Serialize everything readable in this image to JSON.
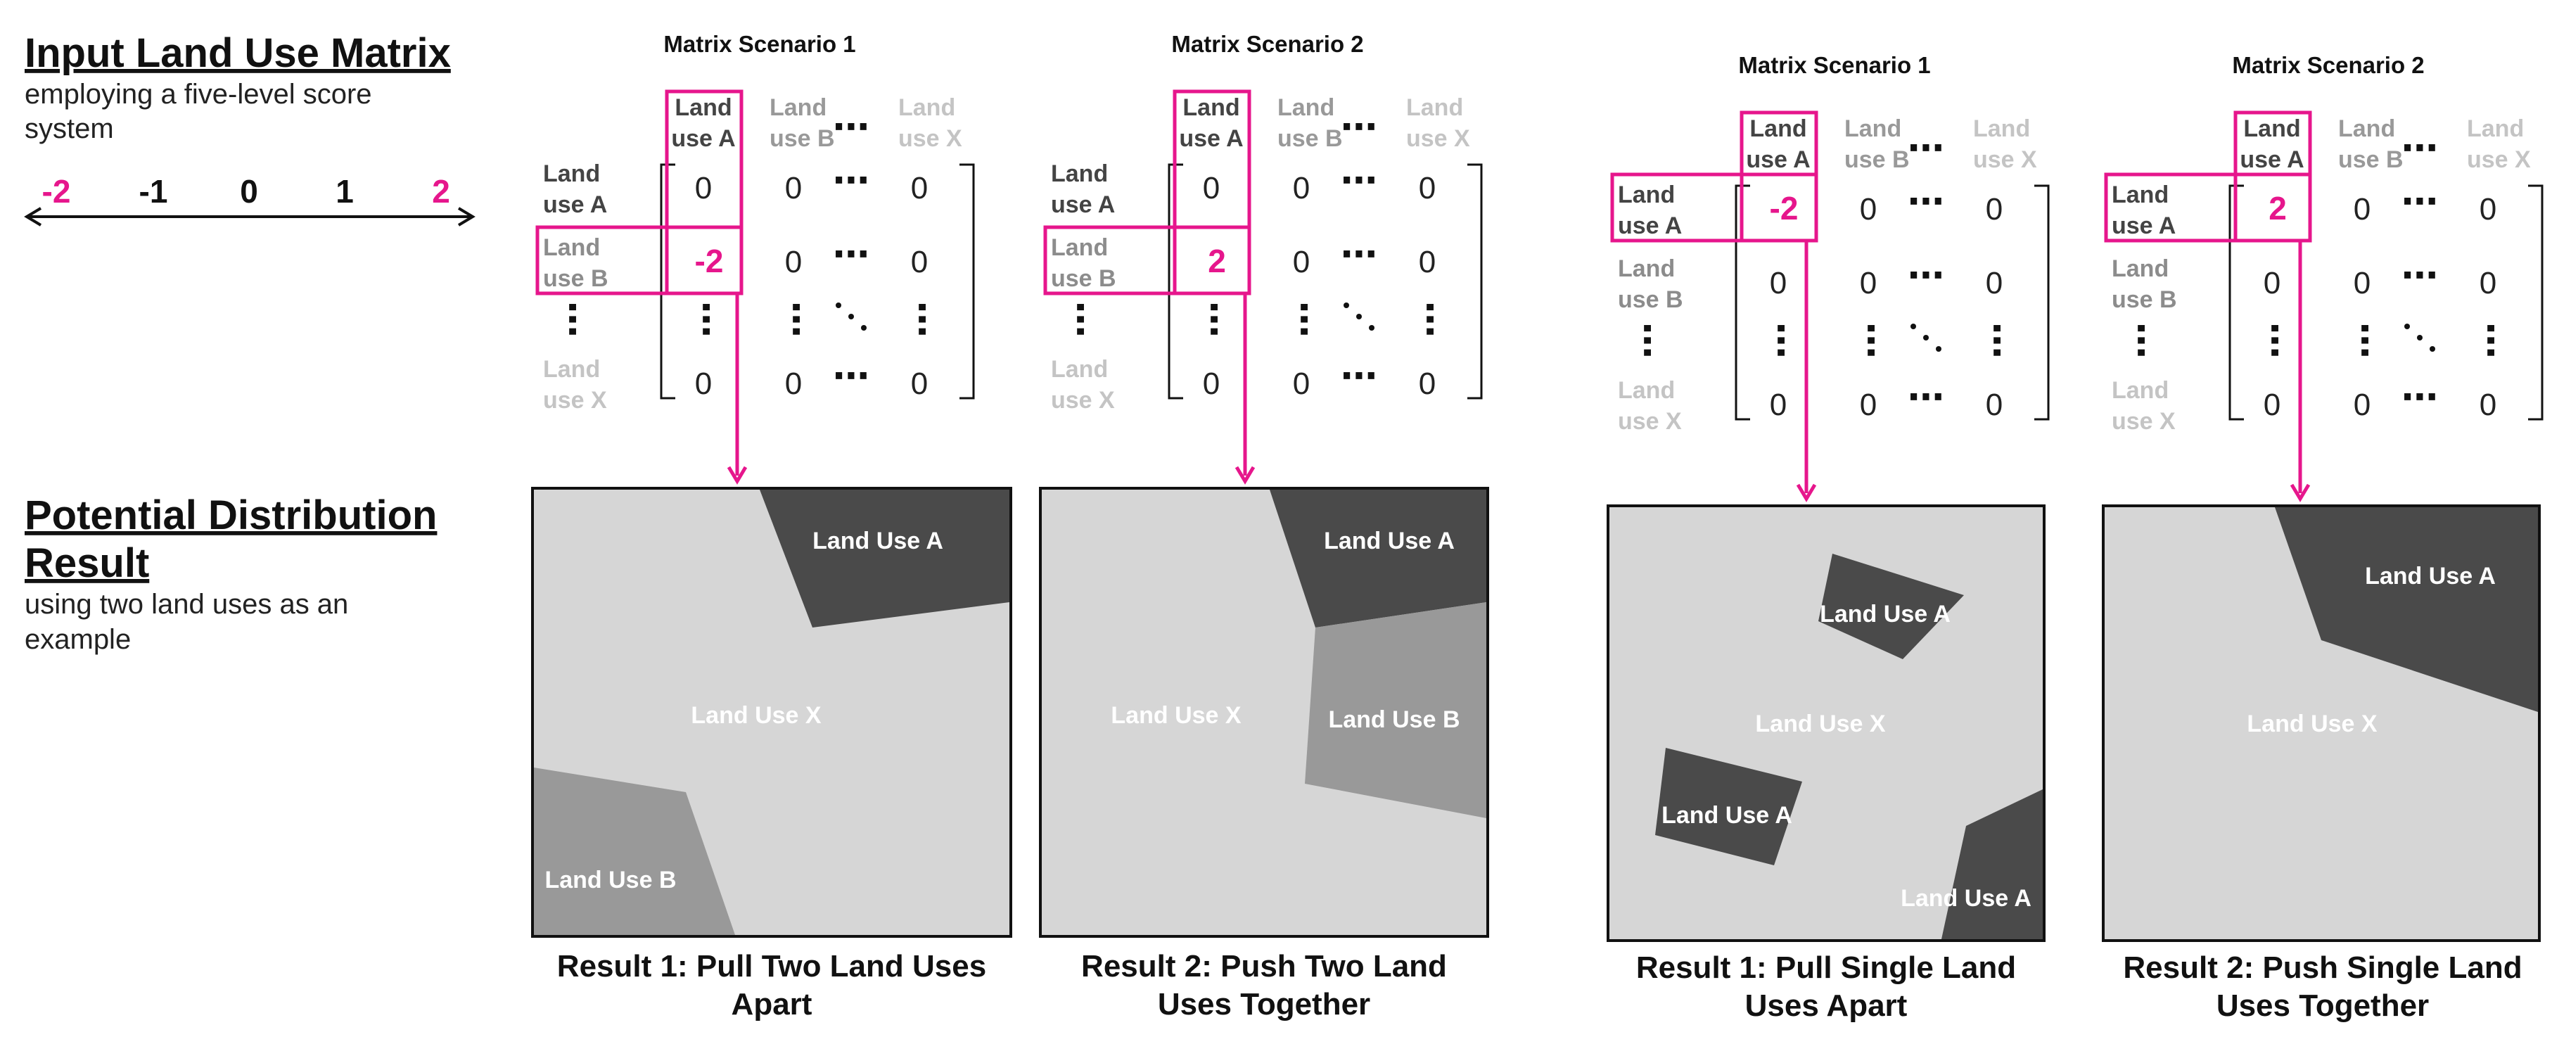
{
  "colors": {
    "accent": "#e6168c",
    "dark": "#4a4a4a",
    "medium": "#999999",
    "light": "#d6d6d6",
    "faded": "#c4c4c4",
    "grey_label": "#8c8c8c",
    "text": "#111111"
  },
  "left": {
    "input_title": "Input Land Use Matrix",
    "input_sub_1": "employing a five-level score",
    "input_sub_2": "system",
    "scale": [
      "-2",
      "-1",
      "0",
      "1",
      "2"
    ],
    "result_title_1": "Potential Distribution ",
    "result_title_2": "Result",
    "result_sub_1": "using two land uses as an",
    "result_sub_2": "example"
  },
  "labels": {
    "land": "Land",
    "use_a": "use A",
    "use_b": "use B",
    "use_x": "use X",
    "zero": "0",
    "dots": "⋯",
    "land_use_a": "Land Use A",
    "land_use_b": "Land Use B",
    "land_use_x": "Land Use X"
  },
  "panels": [
    {
      "scenario": "Matrix Scenario 1",
      "value": "-2",
      "result_1": "Result 1: Pull Two Land Uses",
      "result_2": "Apart"
    },
    {
      "scenario": "Matrix Scenario 2",
      "value": "2",
      "result_1": "Result 2:  Push Two Land",
      "result_2": "Uses Together"
    },
    {
      "scenario": "Matrix Scenario 1",
      "value": "-2",
      "result_1": "Result 1: Pull Single Land",
      "result_2": "Uses Apart"
    },
    {
      "scenario": "Matrix Scenario 2",
      "value": "2",
      "result_1": "Result 2:  Push Single Land",
      "result_2": "Uses Together"
    }
  ]
}
